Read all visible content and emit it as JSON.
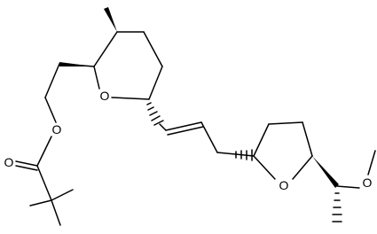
{
  "molecule": {
    "atom_labels": {
      "ring_oxygen_pyran": "O",
      "ring_oxygen_furan": "O",
      "ester_oxygen": "O",
      "carbonyl_oxygen": "O",
      "methoxy_oxygen": "O"
    },
    "colors": {
      "bond": "#000000",
      "label": "#000000",
      "background": "#ffffff"
    }
  }
}
